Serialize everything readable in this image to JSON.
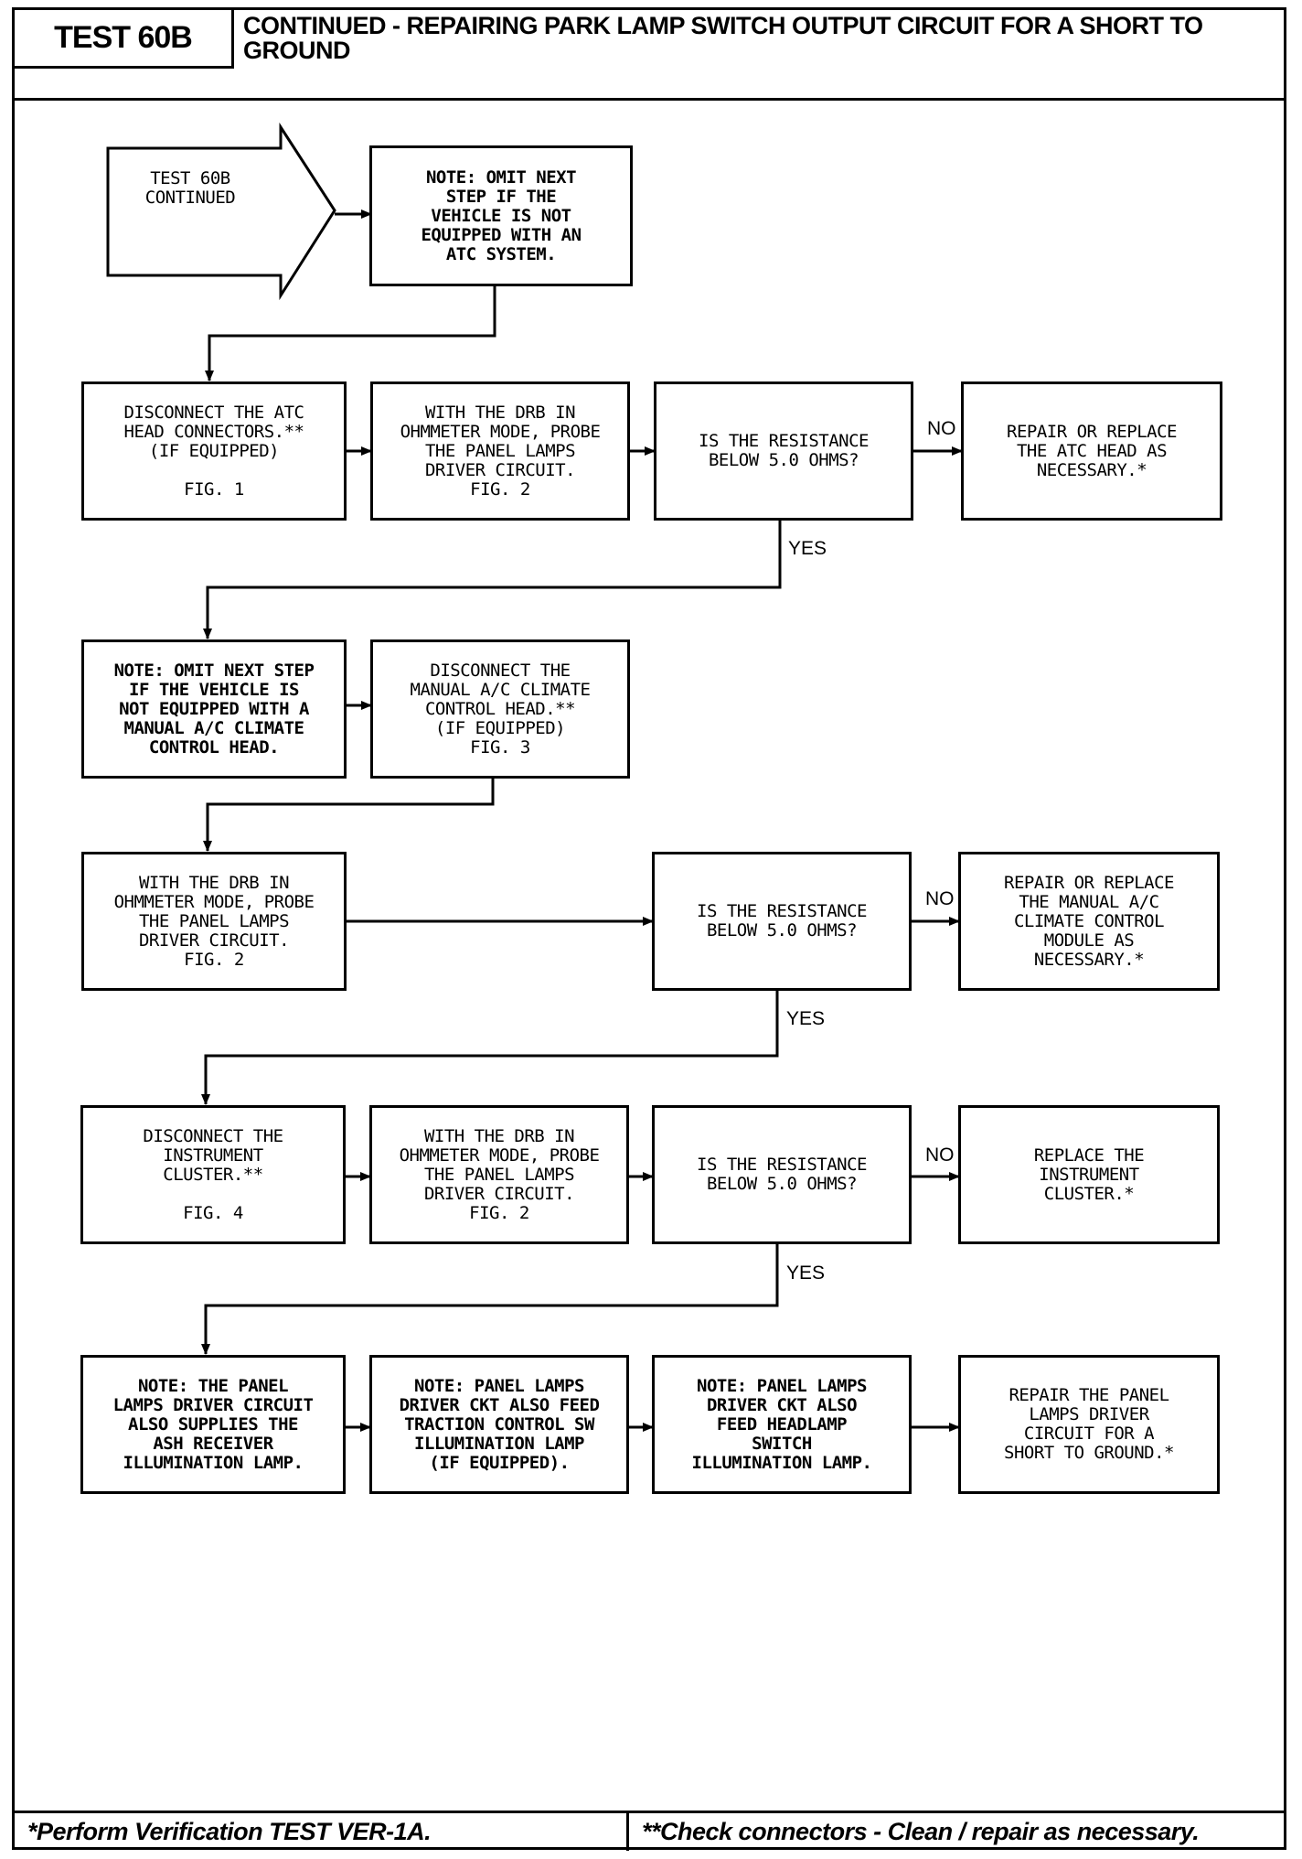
{
  "header": {
    "test_label": "TEST 60B",
    "title": "CONTINUED - REPAIRING PARK LAMP SWITCH OUTPUT CIRCUIT FOR A SHORT TO\nGROUND"
  },
  "footer": {
    "left": "*Perform Verification TEST VER-1A.",
    "right": "**Check connectors - Clean / repair as necessary."
  },
  "flowchart": {
    "start_arrow": "TEST 60B\nCONTINUED",
    "note_atc": "NOTE: OMIT NEXT\nSTEP IF THE\nVEHICLE IS NOT\nEQUIPPED WITH AN\nATC SYSTEM.",
    "row1": {
      "disconnect": "DISCONNECT THE ATC\nHEAD CONNECTORS.**\n(IF EQUIPPED)\n\nFIG. 1",
      "probe": "WITH THE DRB IN\nOHMMETER MODE, PROBE\nTHE PANEL LAMPS\nDRIVER CIRCUIT.\nFIG. 2",
      "question": "IS THE RESISTANCE\nBELOW 5.0 OHMS?",
      "no_action": "REPAIR OR REPLACE\nTHE ATC HEAD AS\nNECESSARY.*",
      "no_label": "NO",
      "yes_label": "YES"
    },
    "row2": {
      "note": "NOTE: OMIT NEXT STEP\nIF THE VEHICLE IS\nNOT EQUIPPED WITH A\nMANUAL A/C CLIMATE\nCONTROL HEAD.",
      "disconnect": "DISCONNECT THE\nMANUAL A/C CLIMATE\nCONTROL HEAD.**\n(IF EQUIPPED)\nFIG. 3"
    },
    "row3": {
      "probe": "WITH THE DRB IN\nOHMMETER MODE, PROBE\nTHE PANEL LAMPS\nDRIVER CIRCUIT.\nFIG. 2",
      "question": "IS THE RESISTANCE\nBELOW 5.0 OHMS?",
      "no_action": "REPAIR OR REPLACE\nTHE MANUAL A/C\nCLIMATE CONTROL\nMODULE AS\nNECESSARY.*",
      "no_label": "NO",
      "yes_label": "YES"
    },
    "row4": {
      "disconnect": "DISCONNECT THE\nINSTRUMENT\nCLUSTER.**\n\nFIG. 4",
      "probe": "WITH THE DRB IN\nOHMMETER MODE, PROBE\nTHE PANEL LAMPS\nDRIVER CIRCUIT.\nFIG. 2",
      "question": "IS THE RESISTANCE\nBELOW 5.0 OHMS?",
      "no_action": "REPLACE THE\nINSTRUMENT\nCLUSTER.*",
      "no_label": "NO",
      "yes_label": "YES"
    },
    "row5": {
      "note_ash": "NOTE: THE PANEL\nLAMPS DRIVER CIRCUIT\nALSO SUPPLIES THE\nASH RECEIVER\nILLUMINATION LAMP.",
      "note_traction": "NOTE: PANEL LAMPS\nDRIVER CKT ALSO FEED\nTRACTION CONTROL SW\nILLUMINATION LAMP\n(IF EQUIPPED).",
      "note_headlamp": "NOTE: PANEL LAMPS\nDRIVER CKT ALSO\nFEED HEADLAMP\nSWITCH\nILLUMINATION LAMP.",
      "repair": "REPAIR THE PANEL\nLAMPS DRIVER\nCIRCUIT FOR A\nSHORT TO GROUND.*"
    }
  }
}
